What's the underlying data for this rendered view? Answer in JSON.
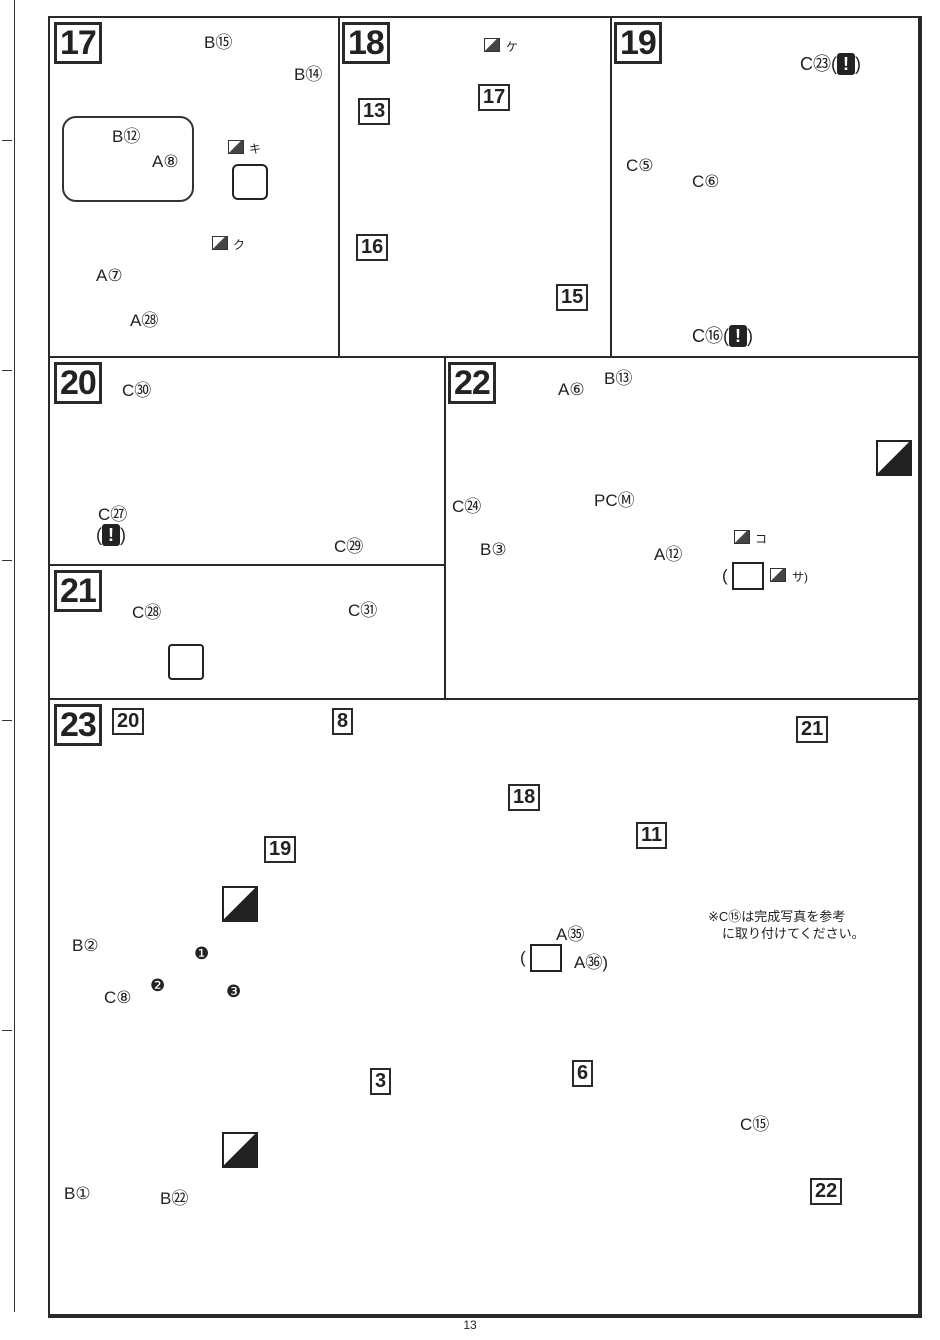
{
  "page": {
    "number": "13"
  },
  "steps": {
    "s17": {
      "num": "17",
      "labels": [
        "B⑮",
        "B⑭",
        "B⑫",
        "A⑧",
        "A⑦",
        "A㉘"
      ],
      "kana_ki": "キ",
      "kana_ku": "ク"
    },
    "s18": {
      "num": "18",
      "kana_ke": "ケ",
      "boxes": [
        "17",
        "13",
        "16",
        "15"
      ]
    },
    "s19": {
      "num": "19",
      "labels": [
        "C㉓(",
        "C⑤",
        "C⑥",
        "C⑯("
      ],
      "warn_close": ")"
    },
    "s20": {
      "num": "20",
      "labels": [
        "C㉚",
        "C㉗",
        "C㉙"
      ],
      "warn_open": "(",
      "warn_close": ")"
    },
    "s21": {
      "num": "21",
      "labels": [
        "C㉘",
        "C㉛"
      ]
    },
    "s22": {
      "num": "22",
      "labels": [
        "A⑥",
        "B⑬",
        "PCⓂ",
        "C㉔",
        "B③",
        "A⑫"
      ],
      "kana_ko": "コ",
      "kana_sa": "サ)",
      "paren_open": "("
    },
    "s23": {
      "num": "23",
      "boxes": [
        "20",
        "19",
        "8",
        "18",
        "11",
        "3",
        "6",
        "21",
        "22"
      ],
      "labels": [
        "B②",
        "C⑧",
        "B①",
        "B㉒",
        "A㉟",
        "A㊱)",
        "C⑮"
      ],
      "paren_open": "(",
      "order": [
        "❶",
        "❷",
        "❸"
      ],
      "note_line1": "※C⑮は完成写真を参考",
      "note_line2": "に取り付けてください。"
    }
  },
  "icons": [
    "sticker-icon",
    "marker-icon",
    "cut-icon",
    "warning-icon",
    "assemble-icon",
    "pin-icon"
  ]
}
